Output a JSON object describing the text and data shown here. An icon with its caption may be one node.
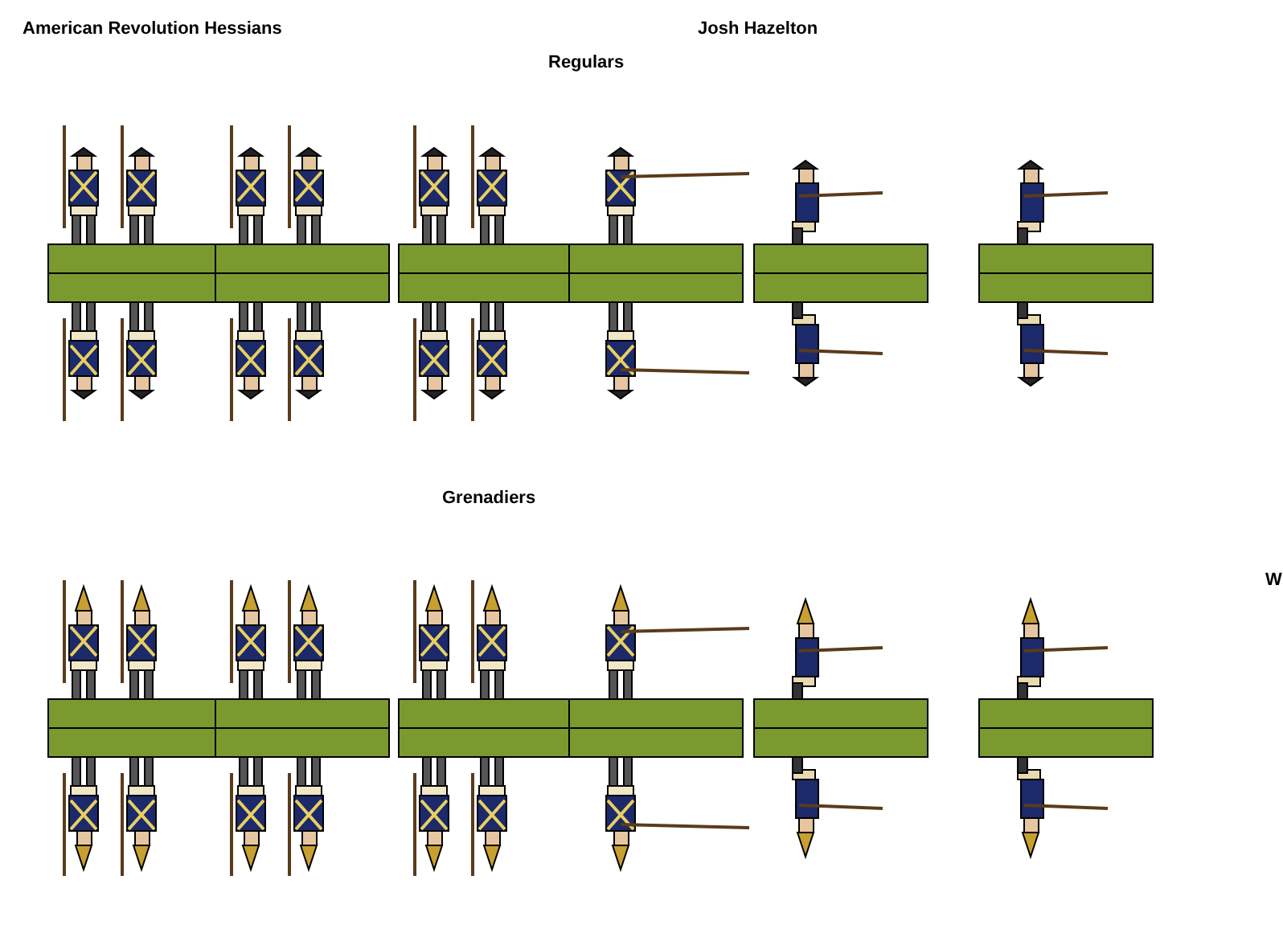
{
  "diagram": {
    "title": "American Revolution Hessians",
    "labels": [
      "Josh Hazelton",
      "Regulars",
      "Grenadiers",
      "W"
    ]
  }
}
